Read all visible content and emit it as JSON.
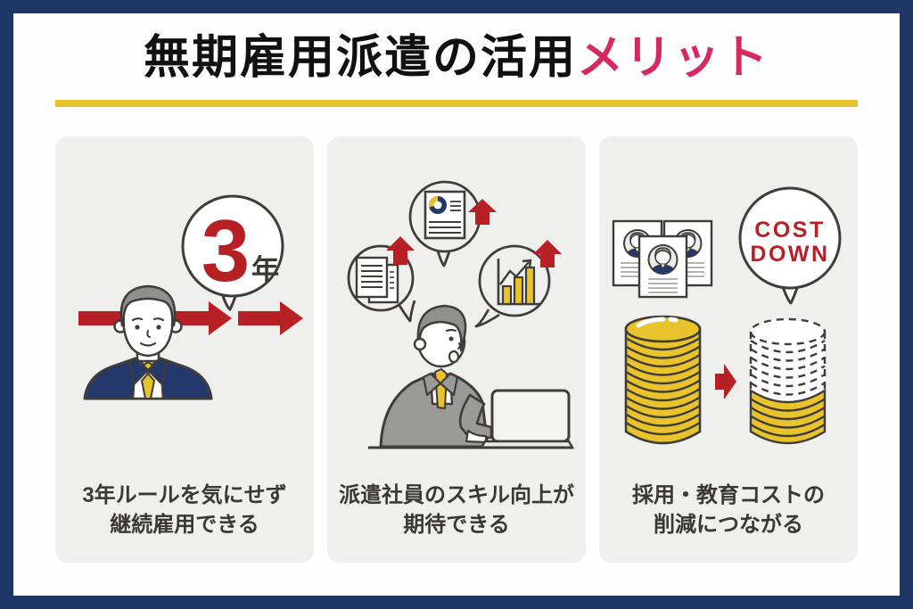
{
  "title": {
    "main": "無期雇用派遣の活用",
    "accent": "メリット"
  },
  "panels": [
    {
      "id": "three-year-rule",
      "bubble_number": "3",
      "bubble_unit": "年",
      "caption": [
        "3年ルールを気にせず",
        "継続雇用できる"
      ]
    },
    {
      "id": "skill-up",
      "caption": [
        "派遣社員のスキル向上が",
        "期待できる"
      ]
    },
    {
      "id": "cost-down",
      "bubble": [
        "COST",
        "DOWN"
      ],
      "caption": [
        "採用・教育コストの",
        "削減につながる"
      ]
    }
  ],
  "colors": {
    "frame_navy": "#1e3765",
    "accent_pink": "#d5295f",
    "underline_yellow": "#e9c32b",
    "arrow_red": "#b72025",
    "panel_gray": "#efefee",
    "outline_dark": "#3f3c3a",
    "caption_text": "#3a3836",
    "coin_yellow": "#e9c32b",
    "suit_navy": "#24396b",
    "suit_gray": "#9a9a98",
    "hair_gray": "#8f8f8d"
  }
}
